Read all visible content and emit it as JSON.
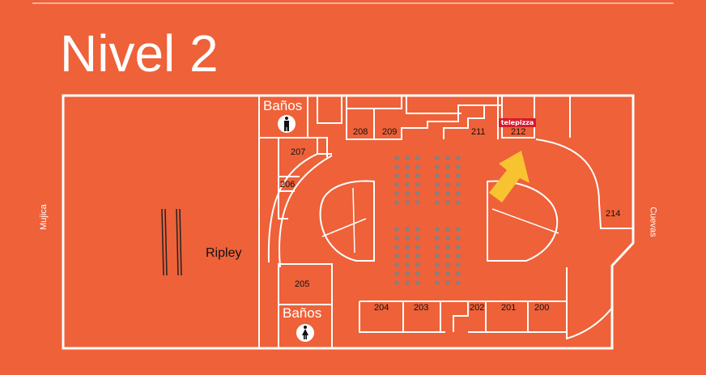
{
  "title": "Nivel 2",
  "anchor_store": "Ripley",
  "restrooms": [
    "Baños",
    "Baños"
  ],
  "streets": {
    "left": "Mujica",
    "right": "Cuevas"
  },
  "brand_badge": "telepizza",
  "stores": [
    "207",
    "206",
    "205",
    "208",
    "209",
    "211",
    "212",
    "214",
    "204",
    "203",
    "202",
    "201",
    "200"
  ],
  "colors": {
    "background": "#EE6139",
    "lines": "#FFFFFF",
    "arrow": "#F8C331",
    "badge": "#D7192C",
    "dots": "#8A7F7C"
  },
  "icons": [
    "man-restroom-icon",
    "woman-restroom-icon",
    "location-arrow-icon"
  ]
}
